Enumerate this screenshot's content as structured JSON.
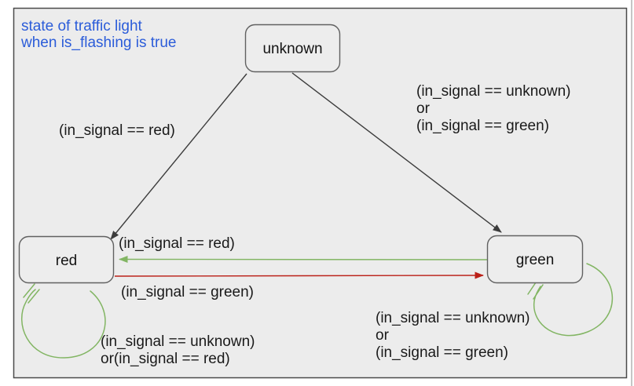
{
  "diagram": {
    "title": {
      "lines": [
        "state of traffic light",
        "when is_flashing is true"
      ],
      "color": "#2b5cd9"
    },
    "colors": {
      "background": "#ececec",
      "panel_border": "#4a4a4a",
      "black_edge": "#3c3c3c",
      "green_edge": "#82b563",
      "red_edge": "#bb2018",
      "state_border": "#616161",
      "label_text": "#1a1a1a",
      "page_edge": "#b3b3b3"
    },
    "states": [
      {
        "id": "unknown",
        "label": "unknown"
      },
      {
        "id": "red",
        "label": "red"
      },
      {
        "id": "green",
        "label": "green"
      }
    ],
    "transitions": [
      {
        "from": "unknown",
        "to": "red",
        "color": "#3c3c3c",
        "lines": [
          "(in_signal == red)"
        ]
      },
      {
        "from": "unknown",
        "to": "green",
        "color": "#3c3c3c",
        "lines": [
          "(in_signal == unknown)",
          "or",
          "(in_signal == green)"
        ]
      },
      {
        "from": "green",
        "to": "red",
        "color": "#82b563",
        "lines": [
          "(in_signal == red)"
        ]
      },
      {
        "from": "red",
        "to": "green",
        "color": "#bb2018",
        "lines": [
          "(in_signal == green)"
        ]
      },
      {
        "from": "red",
        "to": "red",
        "color": "#82b563",
        "lines": [
          "(in_signal == unknown)",
          "or(in_signal == red)"
        ]
      },
      {
        "from": "green",
        "to": "green",
        "color": "#82b563",
        "lines": [
          "(in_signal == unknown)",
          "or",
          "(in_signal == green)"
        ]
      }
    ]
  }
}
